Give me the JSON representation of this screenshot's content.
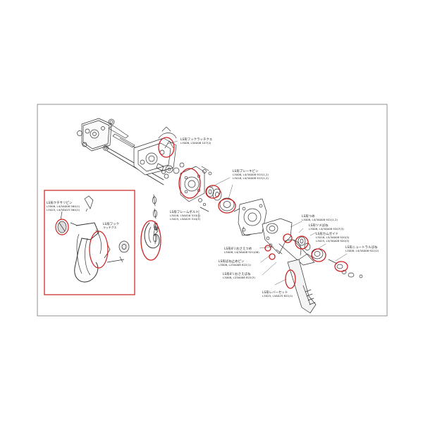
{
  "colors": {
    "frame": "#444444",
    "highlight": "#cc2222",
    "line": "#333333"
  },
  "labels": {
    "hook_latch_top": {
      "name": "LS形フックラッチクエ",
      "code": "L3008, L5A008 107(2)"
    },
    "brake_pin": {
      "name": "LS形ブレーキピン",
      "codes": [
        "L3008, L4/3A008 915(1,2)",
        "L3016, L4/3A008 915(1,2)"
      ]
    },
    "frame_bolt": {
      "name": "LS形フレームボルト",
      "codes": [
        "L3016, L5A016 510(1)",
        "L3025, L5A025 510(1)"
      ]
    },
    "pawl": {
      "name": "LS形つめ",
      "code": "L3008, L4/3A008 922(1,2)"
    },
    "pawl_spring": {
      "name": "LS形ツメばね",
      "code": "L3008, L4/3A008 9207(3)"
    },
    "cam_guide": {
      "name": "LS形カムガイド",
      "codes": [
        "L3016, L5/3A008 920(3)",
        "L3025, L5/3A008 920(3)"
      ]
    },
    "neutral_spring": {
      "name": "LS形ニュートラルばね",
      "code": "L3008, L4/3A008 922(2)"
    },
    "pawl_axle": {
      "name": "LS形4リおさえつめ",
      "code": "L3008, L4/3A008 921(06)"
    },
    "spring_catch": {
      "name": "LS形ばね止めピン",
      "code": "L3008, L23A008 822(1)"
    },
    "pawl_spring_4": {
      "name": "LS形4リおさえばね",
      "code": "L3008, L23A008 822(3)"
    },
    "lever_set": {
      "name": "LS形レバーセット",
      "code": "L3025, L5A025 821(1)"
    },
    "inset_pin": {
      "name": "LS形クチサリピン",
      "codes": [
        "L3008, L4/5A008 564(1)",
        "L3025, L4/5A025 564(1)"
      ]
    },
    "inset_hook": {
      "name": "LS形フック",
      "sub": "ラッチクエ"
    }
  }
}
